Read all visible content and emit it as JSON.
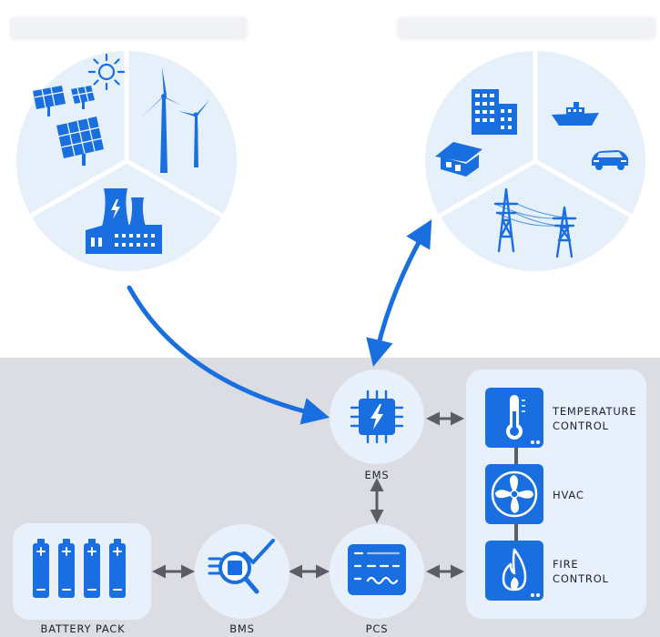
{
  "labels": {
    "ems": "EMS",
    "bms": "BMS",
    "pcs": "PCS",
    "battery_pack": "BATTERY PACK",
    "temperature_control": "TEMPERATURE\nCONTROL",
    "hvac": "HVAC",
    "fire_control": "FIRE\nCONTROL"
  },
  "icons": {
    "generation": [
      "solar-panel-icon",
      "sun-icon",
      "wind-turbine-icon",
      "power-plant-icon"
    ],
    "consumption": [
      "building-icon",
      "house-icon",
      "ship-icon",
      "electric-car-icon",
      "transmission-tower-icon"
    ],
    "system": [
      "chip-icon",
      "bms-magnifier-icon",
      "pcs-converter-icon",
      "battery-icon",
      "thermometer-icon",
      "fan-icon",
      "flame-icon"
    ]
  },
  "colors": {
    "primary_blue": "#1a6fe0",
    "light_blue": "#e6f0fb",
    "panel_gray": "#dcdde3",
    "arrow_gray": "#5a5d66",
    "text": "#1c2230"
  }
}
